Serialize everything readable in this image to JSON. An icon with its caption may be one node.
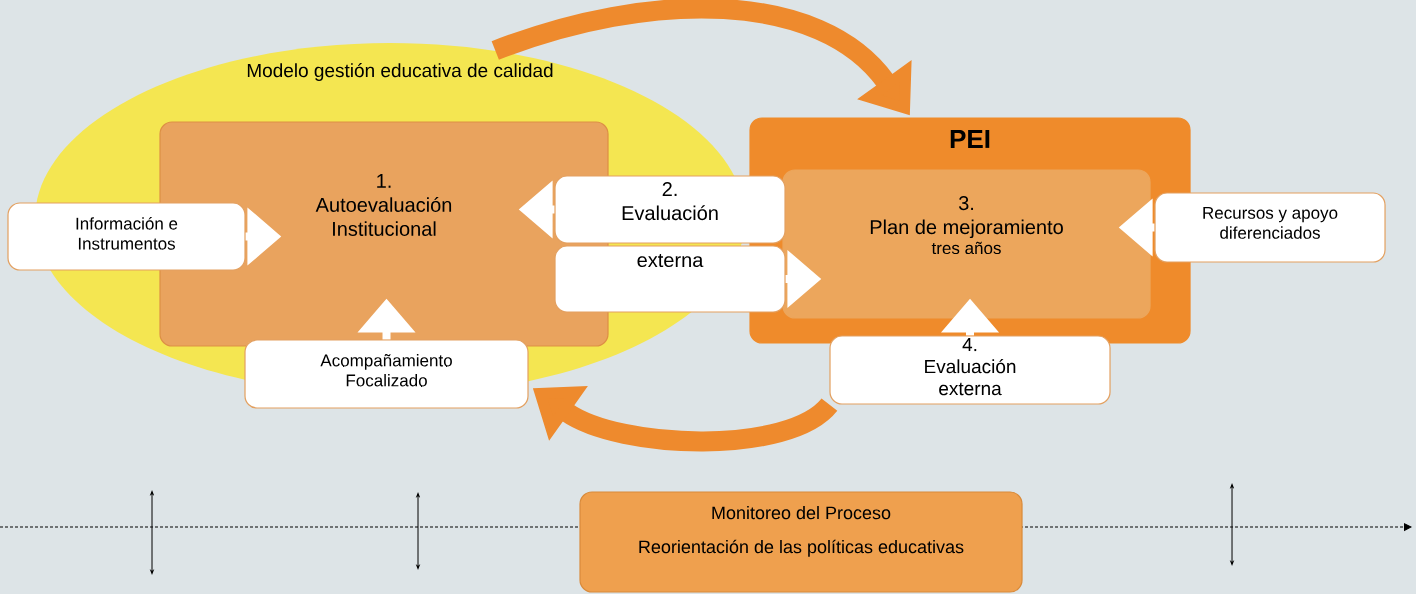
{
  "diagram": {
    "nodes": [
      {
        "text": [
          "Modelo gestión educativa de calidad"
        ]
      },
      {
        "text": [
          "1. Autoevaluación Institucional"
        ],
        "in": 0
      },
      {
        "text": [
          "Información e Instrumentos"
        ]
      },
      {
        "text": [
          "Acompañamiento Focalizado"
        ]
      },
      {
        "text": [
          "2. Evaluación"
        ]
      },
      {
        "text": [
          "externa"
        ]
      },
      {
        "text": [
          "PEI"
        ]
      },
      {
        "text": [
          "3. Plan de mejoramiento",
          "tres años"
        ],
        "in": 6
      },
      {
        "text": [
          "Recursos y apoyo diferenciados"
        ]
      },
      {
        "text": [
          "4. Evaluación externa"
        ]
      },
      {
        "text": [
          "Monitoreo del Proceso",
          "Reorientación de las políticas educativas"
        ]
      }
    ],
    "edges": [
      {
        "from": 2,
        "to": 1,
        "arrow": "to"
      },
      {
        "from": 3,
        "to": 1,
        "arrow": "to"
      },
      {
        "from": 4,
        "to": 1,
        "arrow": "to"
      },
      {
        "from": 5,
        "to": 7,
        "arrow": "to"
      },
      {
        "from": 8,
        "to": 7,
        "arrow": "to"
      },
      {
        "from": 9,
        "to": 7,
        "arrow": "to"
      },
      {
        "from": 0,
        "to": 6,
        "arrow": "to",
        "style": "thick",
        "color": "#ee8a2d"
      },
      {
        "from": 9,
        "to": 3,
        "arrow": "to",
        "style": "thick",
        "color": "#ee8a2d"
      }
    ]
  }
}
